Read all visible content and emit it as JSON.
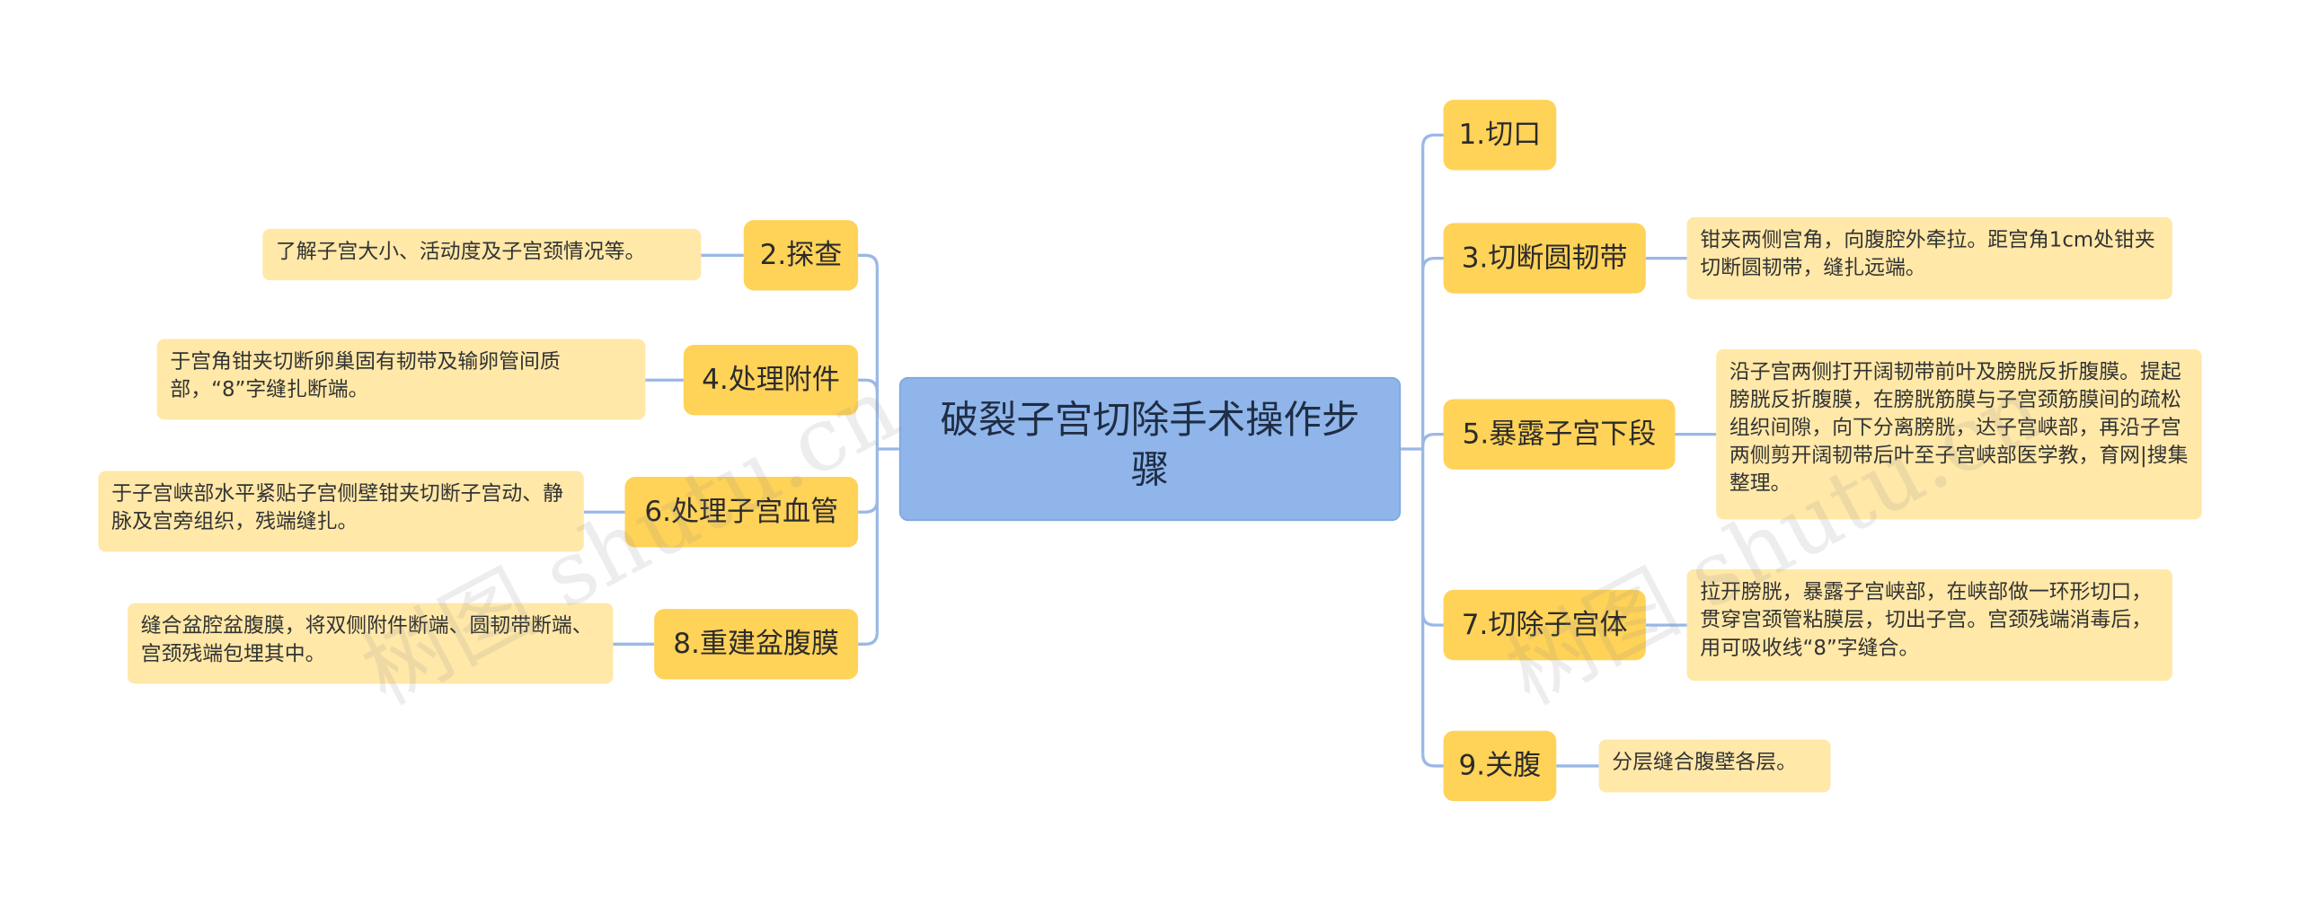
{
  "root": {
    "title": "破裂子宫切除手术操作步骤"
  },
  "left": [
    {
      "label": "2.探查",
      "detail": "了解子宫大小、活动度及子宫颈情况等。"
    },
    {
      "label": "4.处理附件",
      "detail": "于宫角钳夹切断卵巢固有韧带及输卵管间质部，“8”字缝扎断端。"
    },
    {
      "label": "6.处理子宫血管",
      "detail": "于子宫峡部水平紧贴子宫侧壁钳夹切断子宫动、静脉及宫旁组织，残端缝扎。"
    },
    {
      "label": "8.重建盆腹膜",
      "detail": "缝合盆腔盆腹膜，将双侧附件断端、圆韧带断端、宫颈残端包埋其中。"
    }
  ],
  "right": [
    {
      "label": "1.切口"
    },
    {
      "label": "3.切断圆韧带",
      "detail": "钳夹两侧宫角，向腹腔外牵拉。距宫角1cm处钳夹切断圆韧带，缝扎远端。"
    },
    {
      "label": "5.暴露子宫下段",
      "detail": "沿子宫两侧打开阔韧带前叶及膀胱反折腹膜。提起膀胱反折腹膜，在膀胱筋膜与子宫颈筋膜间的疏松组织间隙，向下分离膀胱，达子宫峡部，再沿子宫两侧剪开阔韧带后叶至子宫峡部医学教，育网|搜集整理。"
    },
    {
      "label": "7.切除子宫体",
      "detail": "拉开膀胱，暴露子宫峡部，在峡部做一环形切口，贯穿宫颈管粘膜层，切出子宫。宫颈残端消毒后，用可吸收线“8”字缝合。"
    },
    {
      "label": "9.关腹",
      "detail": "分层缝合腹壁各层。"
    }
  ],
  "watermarks": [
    "树图 shutu.cn",
    "树图 shutu.cn"
  ],
  "colors": {
    "root": "#8fb5ea",
    "topic": "#ffd258",
    "detail": "#ffe8a8",
    "line": "#9ab8e6"
  }
}
